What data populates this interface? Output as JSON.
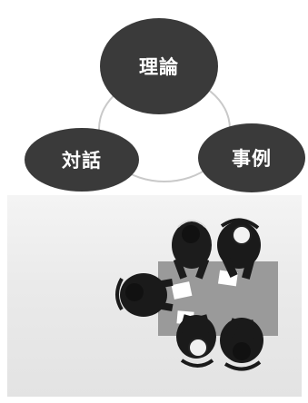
{
  "diagram": {
    "nodes": {
      "top": "理論",
      "left": "対話",
      "right": "事例"
    }
  },
  "illustration": {
    "icon": "meeting-people-icon"
  }
}
